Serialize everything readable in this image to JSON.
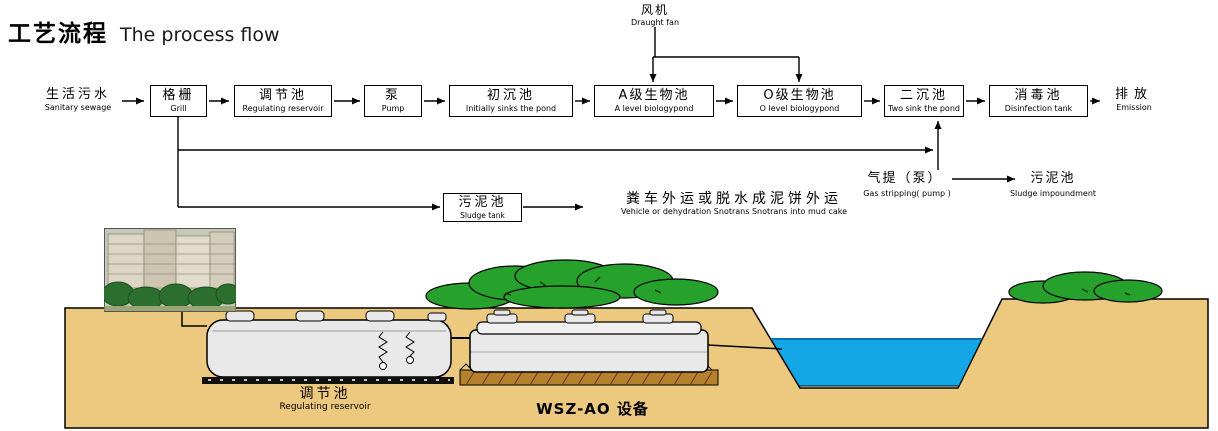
{
  "header": {
    "title_cn": "工艺流程",
    "title_en": "The process flow"
  },
  "fan": {
    "cn": "风机",
    "en": "Draught fan"
  },
  "flow": {
    "nodes": [
      {
        "cn": "生活污水",
        "en": "Sanitary sewage"
      },
      {
        "cn": "格栅",
        "en": "Grill"
      },
      {
        "cn": "调节池",
        "en": "Regulating reservoir"
      },
      {
        "cn": "泵",
        "en": "Pump"
      },
      {
        "cn": "初沉池",
        "en": "Initially sinks the pond"
      },
      {
        "cn": "A级生物池",
        "en": "A level biologypond"
      },
      {
        "cn": "O级生物池",
        "en": "O level biologypond"
      },
      {
        "cn": "二沉池",
        "en": "Two sink the pond"
      },
      {
        "cn": "消毒池",
        "en": "Disinfection tank"
      },
      {
        "cn": "排放",
        "en": "Emission"
      }
    ]
  },
  "sludge": {
    "tank": {
      "cn": "污泥池",
      "en": "Sludge tank"
    },
    "disposal": {
      "cn": "粪车外运或脱水成泥饼外运",
      "en": "Vehicle or dehydration Snotrans Snotrans into mud cake"
    },
    "gas_lift": {
      "cn": "气提（泵）",
      "en": "Gas stripping( pump )"
    },
    "impoundment": {
      "cn": "污泥池",
      "en": "Sludge impoundment"
    }
  },
  "site": {
    "regulating": {
      "cn": "调节池",
      "en": "Regulating reservoir"
    },
    "equipment_label": "WSZ-AO 设备"
  },
  "colors": {
    "ground": "#edc87f",
    "water": "#14a7e6",
    "bush": "#26a12b",
    "tank": "#e9e9e9",
    "base": "#b5812f",
    "line": "#000000"
  }
}
